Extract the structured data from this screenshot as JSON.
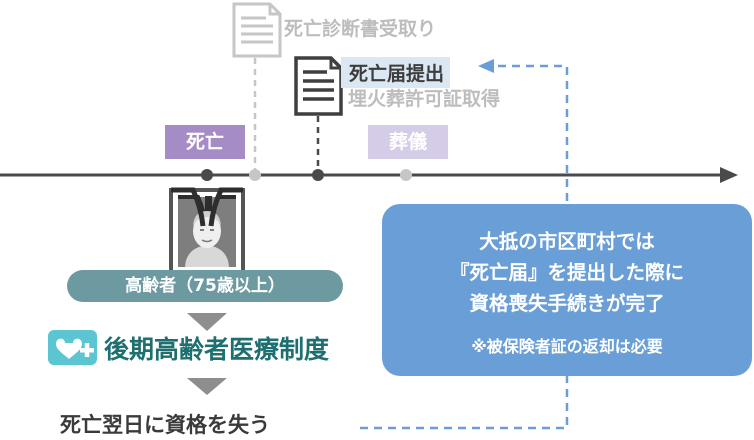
{
  "documents": {
    "certificate_receipt": "死亡診断書受取り",
    "death_notice_submit": "死亡届提出",
    "burial_permit": "埋火葬許可証取得"
  },
  "timeline": {
    "death": "死亡",
    "funeral": "葬儀"
  },
  "elder": {
    "badge": "高齢者（75歳以上）"
  },
  "insurance": {
    "system_name": "後期高齢者医療制度",
    "loss": "死亡翌日に資格を失う"
  },
  "info_box": {
    "lines": [
      "大抵の市区町村では",
      "『死亡届』を提出した際に",
      "資格喪失手続きが完了"
    ],
    "note": "※被保険者証の返却は必要"
  },
  "colors": {
    "timeline": "#4a4a4a",
    "death_event": "#a68cc6",
    "funeral_event": "#d5cce7",
    "elder_badge": "#6c9aa0",
    "insurance_text": "#1e6f6f",
    "info_box": "#6a9ed7",
    "arrow": "#6a9ed7"
  }
}
